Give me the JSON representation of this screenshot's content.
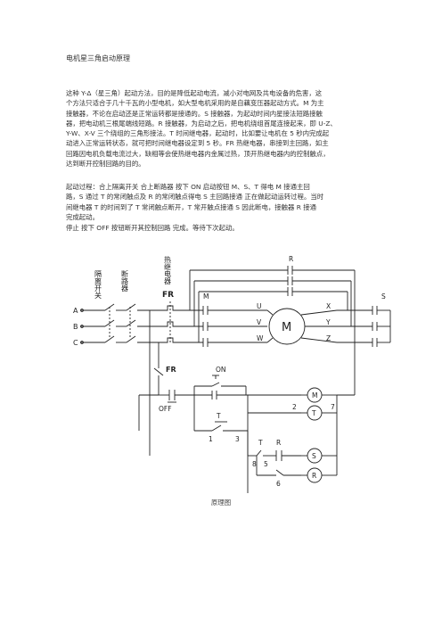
{
  "document": {
    "title": "电机星三角启动原理",
    "intro_lines": [
      "这种 Y-Δ（星三角）起动方法，目的是降低起动电流，减小对电网及共电设备的危害，这",
      "个方法只适合于几十千瓦的小型电机，如大型电机采用的是自藕变压器起动方式。M 为主",
      "接触器，不论在启动还是正常运转都是接通的。S 接触器，为起动时间内星接法短路接触",
      "器，把电动机三根尾端线短路。R 接触器，为启动之后，把电机绕组首尾连接起来，即 U-Z、",
      "Y-W、X-V 三个绕组的三角形接法。T 时间继电器，起动时，比如要让电机在 5 秒内完成起",
      "动进入正常运转状态，就可把时间继电器设定到 5 秒。FR 热继电器，串接到主回路，如主",
      "回路因电机负载电流过大，缺相等会使热继电器内金属过热，顶开热继电器内的控制触点，",
      "达到断开控制回路的目的。"
    ],
    "process_lines": [
      "起动过程：合上隔离开关    合上断路器      按下 ON 启动按钮    M、S、T 得电    M 接通主回",
      "路，S 通过 T 的常闭触点及 R 的常闭触点得电    S 主回路接通    正在做起动运转过程。当时",
      "间继电器 T 的时间到了    T 常闭触点断开，T 常开触点接通 S 因此断电，接触器 R 接通",
      "完成起动。"
    ],
    "stop_line": "停止 按下 OFF 按钮断开其控制回路 完成。等待下次起动。",
    "caption": "原理图"
  },
  "diagram_labels": {
    "isolator": "隔离开关",
    "breaker": "断路器",
    "thermal_relay": "热继电器",
    "fr": "FR",
    "fr2": "FR",
    "phase_a": "A",
    "phase_b": "B",
    "phase_c": "C",
    "contact_m": "M",
    "contact_r": "R",
    "contact_s": "S",
    "motor": "M",
    "u": "U",
    "v": "V",
    "w": "W",
    "x": "X",
    "y": "Y",
    "z": "Z",
    "on": "ON",
    "off": "OFF",
    "t_contact": "T",
    "n1": "1",
    "n3": "3",
    "n2": "2",
    "n7": "7",
    "t_lower": "T",
    "r_lower": "R",
    "n8": "8",
    "n5": "5",
    "n6": "6",
    "coil_m": "M",
    "coil_t": "T",
    "coil_s": "S",
    "coil_r": "R"
  }
}
